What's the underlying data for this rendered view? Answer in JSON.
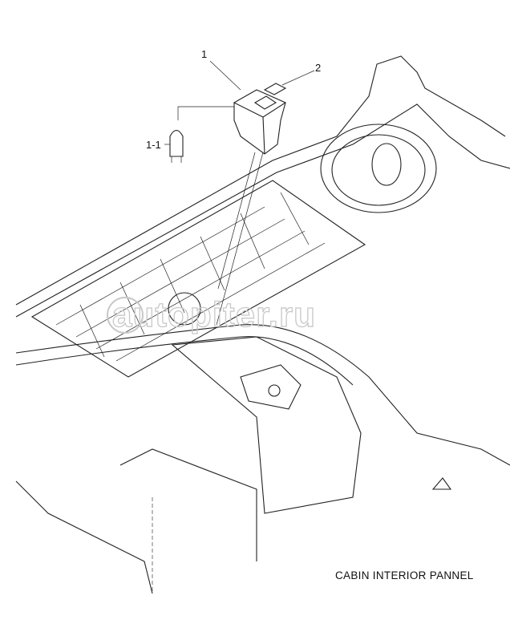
{
  "callouts": {
    "part_1": "1",
    "part_2": "2",
    "part_1_1": "1-1"
  },
  "caption": "CABIN INTERIOR PANNEL",
  "watermark": "autopiter.ru"
}
